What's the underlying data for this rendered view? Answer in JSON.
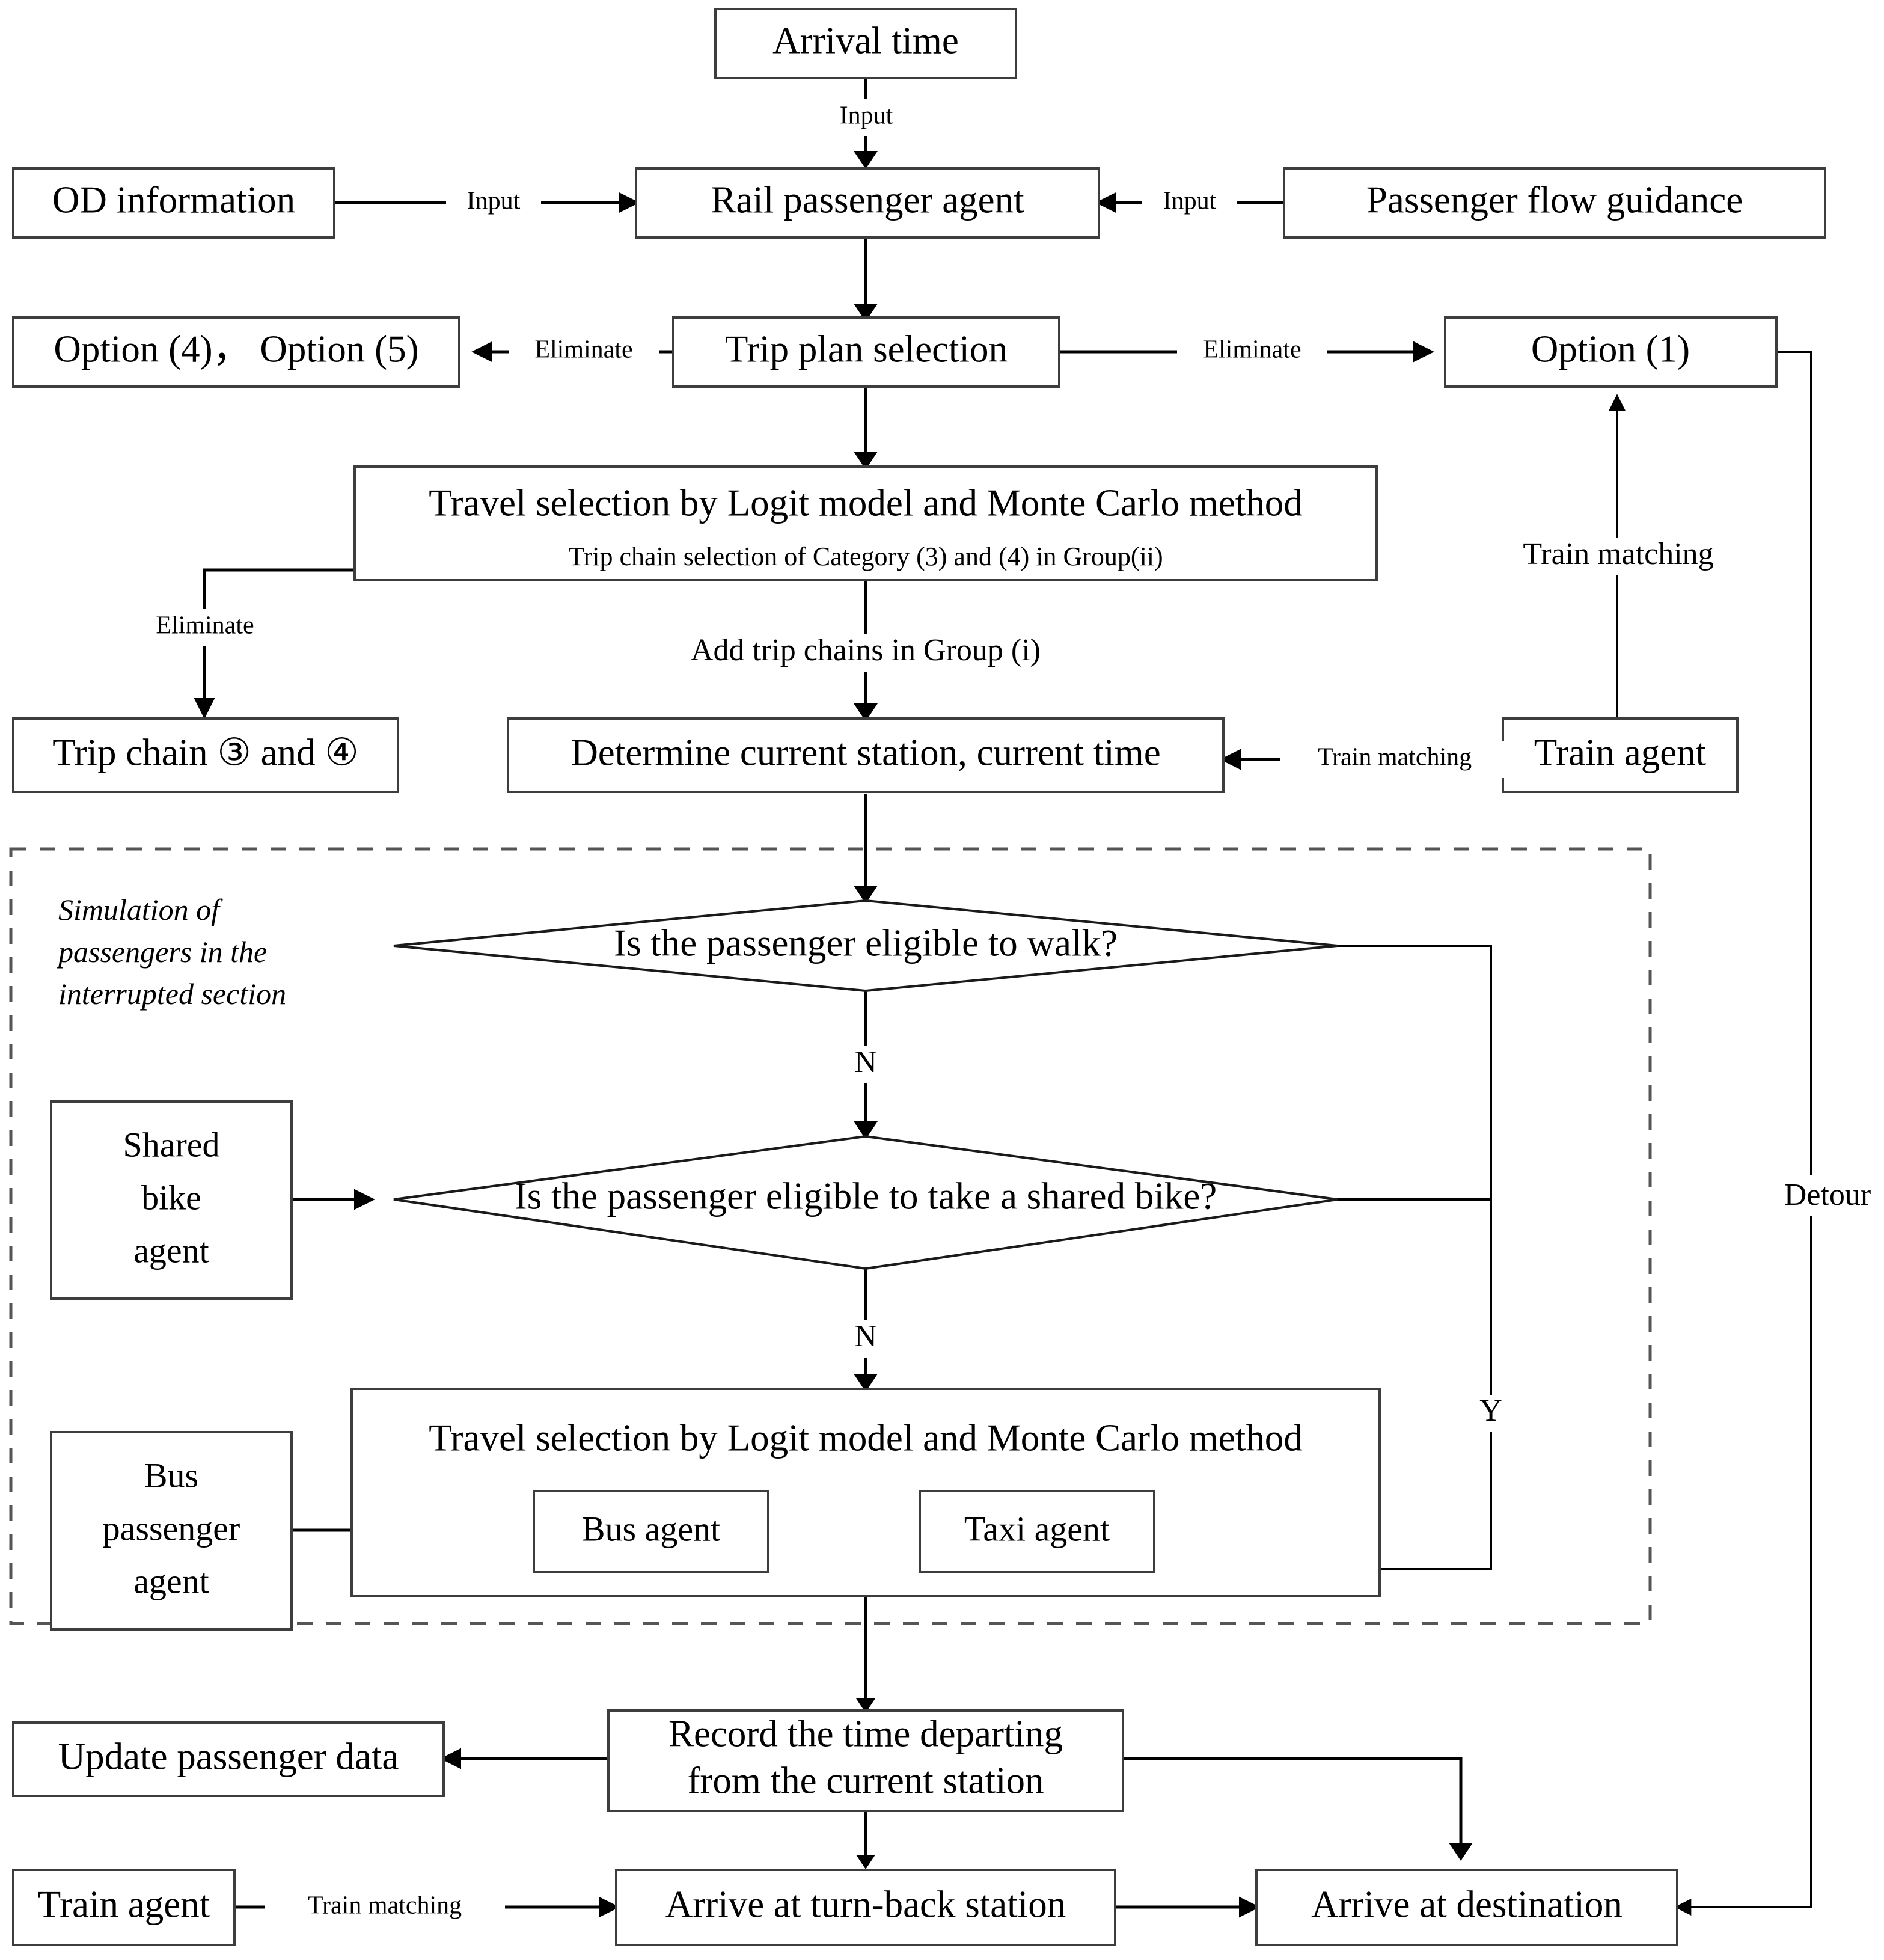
{
  "diagram": {
    "title": "Rail passenger agent simulation flowchart",
    "colors": {
      "box_stroke": "#3d3d3d",
      "line": "#000000",
      "dashed_region": "#555555",
      "background": "#ffffff"
    },
    "nodes": {
      "arrival_time": "Arrival time",
      "od_information": "OD information",
      "rail_passenger_agent": "Rail passenger agent",
      "passenger_flow_guidance": "Passenger flow guidance",
      "option_4_5": "Option (4)， Option (5)",
      "trip_plan_selection": "Trip plan selection",
      "option_1": "Option (1)",
      "travel_selection_main": "Travel selection by Logit model and Monte Carlo method",
      "travel_selection_sub": "Trip chain selection of Category (3) and (4) in Group(ii)",
      "trip_chain_3_4": "Trip chain ③ and ④",
      "determine_current_station": "Determine current station, current time",
      "train_agent_top": "Train agent",
      "decision_walk": "Is the passenger eligible to walk?",
      "shared_bike_agent": "Shared\nbike\nagent",
      "shared_bike_agent_lines": [
        "Shared",
        "bike",
        "agent"
      ],
      "decision_shared_bike": "Is the passenger eligible to take a shared bike?",
      "bus_passenger_agent_lines": [
        "Bus",
        "passenger",
        "agent"
      ],
      "travel_selection_lower": "Travel selection by Logit model and Monte Carlo method",
      "bus_agent": "Bus agent",
      "taxi_agent": "Taxi agent",
      "record_time_line1": "Record the time departing",
      "record_time_line2": "from the current station",
      "update_passenger_data": "Update passenger data",
      "train_agent_bottom": "Train agent",
      "arrive_turn_back": "Arrive at turn-back station",
      "arrive_destination": "Arrive at destination"
    },
    "region": {
      "caption_lines": [
        "Simulation of",
        "passengers in the",
        "interrupted section"
      ]
    },
    "edge_labels": {
      "input_top": "Input",
      "input_left": "Input",
      "input_right": "Input",
      "eliminate_left": "Eliminate",
      "eliminate_right": "Eliminate",
      "eliminate_trip_chain": "Eliminate",
      "train_matching_option1": "Train matching",
      "train_matching_station": "Train matching",
      "train_matching_bottom": "Train matching",
      "add_trip_chains": "Add trip chains in Group (i)",
      "no_walk": "N",
      "no_bike": "N",
      "yes_detour": "Y",
      "detour": "Detour"
    }
  }
}
